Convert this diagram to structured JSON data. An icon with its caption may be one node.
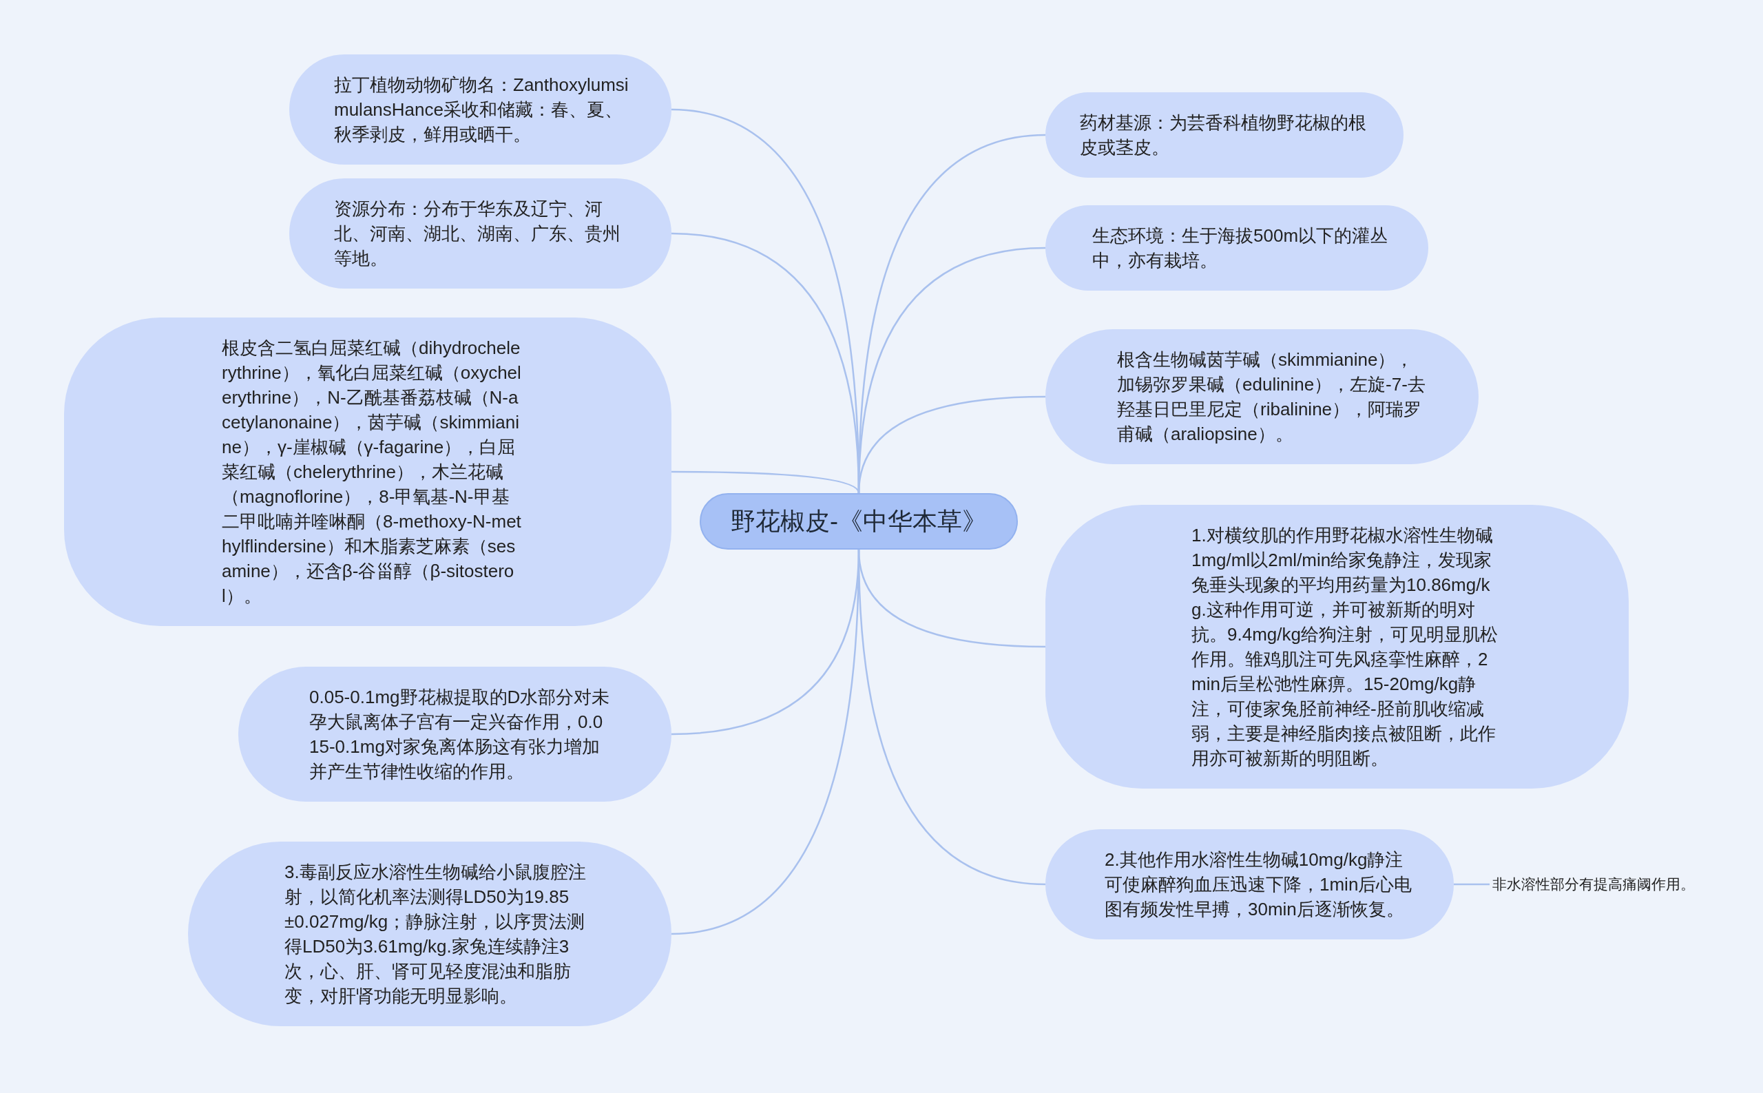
{
  "diagram": {
    "nodes": [
      {
        "text": [
          "野花椒皮-《中华本草》"
        ]
      },
      {
        "text": [
          "拉丁植物动物矿物名：ZanthoxylumsimulansHance采收和储藏：春、夏、秋季剥皮，鲜用或晒干。"
        ]
      },
      {
        "text": [
          "资源分布：分布于华东及辽宁、河北、河南、湖北、湖南、广东、贵州等地。"
        ]
      },
      {
        "text": [
          "根皮含二氢白屈菜红碱（dihydrochelerythrine），氧化白屈菜红碱（oxychelerythrine），N-乙酰基番荔枝碱（N-acetylanonaine），茵芋碱（skimmianine），γ-崖椒碱（γ-fagarine），白屈菜红碱（chelerythrine），木兰花碱（magnoflorine），8-甲氧基-N-甲基二甲吡喃并喹啉酮（8-methoxy-N-methylflindersine）和木脂素芝麻素（sesamine），还含β-谷甾醇（β-sitosterol）。"
        ]
      },
      {
        "text": [
          "0.05-0.1mg野花椒提取的D水部分对未孕大鼠离体子宫有一定兴奋作用，0.015-0.1mg对家兔离体肠这有张力增加并产生节律性收缩的作用。"
        ]
      },
      {
        "text": [
          "3.毒副反应水溶性生物碱给小鼠腹腔注射，以简化机率法测得LD50为19.85±0.027mg/kg；静脉注射，以序贯法测得LD50为3.61mg/kg.家兔连续静注3次，心、肝、肾可见轻度混浊和脂肪变，对肝肾功能无明显影响。"
        ]
      },
      {
        "text": [
          "药材基源：为芸香科植物野花椒的根皮或茎皮。"
        ]
      },
      {
        "text": [
          "生态环境：生于海拔500m以下的灌丛中，亦有栽培。"
        ]
      },
      {
        "text": [
          "根含生物碱茵芋碱（skimmianine），加锡弥罗果碱（edulinine），左旋-7-去羟基日巴里尼定（ribalinine），阿瑞罗甫碱（araliopsine）。"
        ]
      },
      {
        "text": [
          "1.对横纹肌的作用野花椒水溶性生物碱1mg/ml以2ml/min给家兔静注，发现家兔垂头现象的平均用药量为10.86mg/kg.这种作用可逆，并可被新斯的明对抗。9.4mg/kg给狗注射，可见明显肌松作用。雏鸡肌注可先风痉挛性麻醉，2min后呈松弛性麻痹。15-20mg/kg静注，可使家兔胫前神经-胫前肌收缩减弱，主要是神经脂肉接点被阻断，此作用亦可被新斯的明阻断。"
        ]
      },
      {
        "text": [
          "2.其他作用水溶性生物碱10mg/kg静注可使麻醉狗血压迅速下降，1min后心电图有频发性早搏，30min后逐渐恢复。"
        ]
      },
      {
        "text": [
          "非水溶性部分有提高痛阈作用。"
        ]
      }
    ],
    "edges": [
      {
        "from": 0,
        "to": 1,
        "arrow": "none"
      },
      {
        "from": 0,
        "to": 2,
        "arrow": "none"
      },
      {
        "from": 0,
        "to": 3,
        "arrow": "none"
      },
      {
        "from": 0,
        "to": 4,
        "arrow": "none"
      },
      {
        "from": 0,
        "to": 5,
        "arrow": "none"
      },
      {
        "from": 0,
        "to": 6,
        "arrow": "none"
      },
      {
        "from": 0,
        "to": 7,
        "arrow": "none"
      },
      {
        "from": 0,
        "to": 8,
        "arrow": "none"
      },
      {
        "from": 0,
        "to": 9,
        "arrow": "none"
      },
      {
        "from": 0,
        "to": 10,
        "arrow": "none"
      },
      {
        "from": 10,
        "to": 11,
        "arrow": "none"
      }
    ]
  }
}
